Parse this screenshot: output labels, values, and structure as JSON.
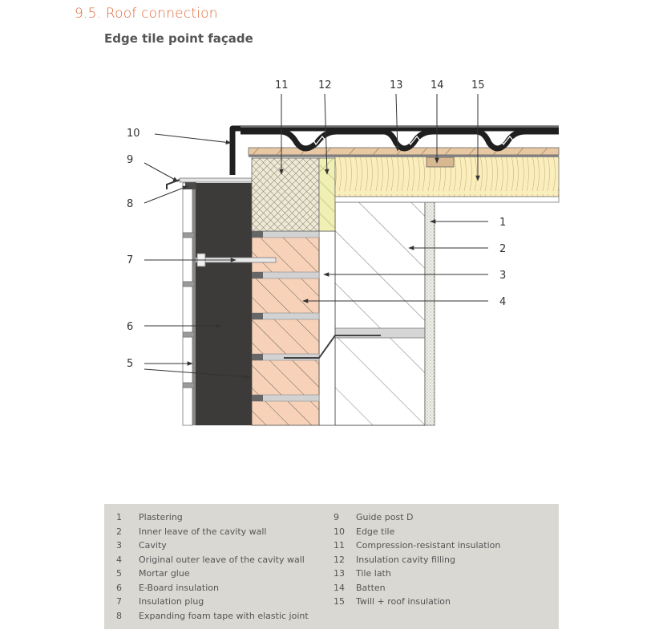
{
  "header": {
    "section_title": "9.5. Roof connection",
    "subtitle": "Edge tile point façade"
  },
  "callouts": {
    "c1": "1",
    "c2": "2",
    "c3": "3",
    "c4": "4",
    "c5": "5",
    "c6": "6",
    "c7": "7",
    "c8": "8",
    "c9": "9",
    "c10": "10",
    "c11": "11",
    "c12": "12",
    "c13": "13",
    "c14": "14",
    "c15": "15"
  },
  "legend": {
    "left": [
      {
        "num": "1",
        "label": "Plastering"
      },
      {
        "num": "2",
        "label": "Inner leave of the cavity wall"
      },
      {
        "num": "3",
        "label": "Cavity"
      },
      {
        "num": "4",
        "label": "Original outer leave of the cavity wall"
      },
      {
        "num": "5",
        "label": "Mortar glue"
      },
      {
        "num": "6",
        "label": "E-Board insulation"
      },
      {
        "num": "7",
        "label": "Insulation plug"
      },
      {
        "num": "8",
        "label": "Expanding foam tape with elastic joint"
      }
    ],
    "right": [
      {
        "num": "9",
        "label": "Guide post D"
      },
      {
        "num": "10",
        "label": "Edge tile"
      },
      {
        "num": "11",
        "label": "Compression-resistant insulation"
      },
      {
        "num": "12",
        "label": "Insulation cavity filling"
      },
      {
        "num": "13",
        "label": "Tile lath"
      },
      {
        "num": "14",
        "label": "Batten"
      },
      {
        "num": "15",
        "label": "Twill + roof insulation"
      }
    ]
  },
  "colors": {
    "accent": "#e0673a",
    "brick": "#f7d2b8",
    "eboard": "#3c3b3a",
    "insulation": "#fbeebd",
    "legend_bg": "#d9d8d3"
  }
}
